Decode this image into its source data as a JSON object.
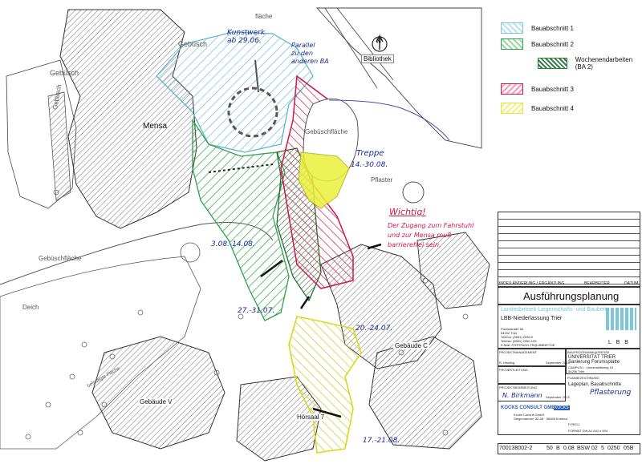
{
  "legend": {
    "items": [
      {
        "label": "Bauabschnitt 1",
        "color": "#7cc6d9"
      },
      {
        "label": "Bauabschnitt 2",
        "color": "#2ea24a"
      },
      {
        "label": "Wochenendarbeiten (BA 2)",
        "color": "#2a7a3a"
      },
      {
        "label": "Bauabschnitt 3",
        "color": "#d0154a"
      },
      {
        "label": "Bauabschnitt 4",
        "color": "#e6e632"
      }
    ]
  },
  "map_labels": {
    "gebusch_top": "Gebüsch",
    "gebusch_left": "Gebüsch",
    "gebusch_side": "Gebüsch",
    "flache_top": "fläche",
    "mensa": "Mensa",
    "bibliothek": "Bibliothek",
    "north": "N",
    "gebuschflache_center": "Gebüschfläche",
    "pflaster": "Pflaster",
    "gebuschflache_left": "Gebüschfläche",
    "deich": "Deich",
    "gebaude_c": "Gebäude C",
    "gebaude_v": "Gebäude V",
    "horsaal": "Hörsaal 7",
    "befestigte": "befestigte Fläche"
  },
  "annotations": {
    "kunstwerk": "Kunstwerk",
    "kunstwerk_date": "ab 29.06.",
    "parallel1": "Parallel",
    "parallel2": "zu den",
    "parallel3": "anderen BA",
    "treppe": "Treppe",
    "treppe_date": "14.-30.08.",
    "wichtig": "Wichtig!",
    "note1": "Der Zugang zum Fahrstuhl",
    "note2": "und zur Mensa muß",
    "note3": "barrierefrei sein.",
    "date_ba2_top": "3.08.-14.08.",
    "date_ba2_bottom": "27.-31.07.",
    "date_ba4_top": "20.-24.07.",
    "date_ba4_bottom": "17.-21.08."
  },
  "title_block": {
    "revision_header": "INDEX ÄNDERUNG / ERGÄNZUNG",
    "bearbeiter": "BEARBEITER",
    "datum": "DATUM",
    "title": "Ausführungsplanung",
    "org1": "Landesbetrieb Liegenschafts- und Baubetreuung",
    "org2": "LBB-Niederlassung Trier",
    "lbb_logo": "L B B",
    "address1": "Paulinstraße 68",
    "address2": "54292 Trier",
    "address3": "Telefon: (0651) 2050-0",
    "address4": "Telefax: (0651) 2050-109",
    "address5": "E-Mail: POSTFACH.TR@LBBNET.DE",
    "bauprogramm": "BAUPROGRAMM/ADRESSE",
    "project1": "UNIVERSITÄT TRIER",
    "project2": "Sanierung Forumsplatte",
    "project3": "CAMPUS I - Universitätsring 15",
    "project4": "54296 Trier",
    "projektmanagement": "PROJEKTMANAGEMENT",
    "pm_name": "R. Hissling",
    "pm_date": "September 2013",
    "projektleitung": "PROJEKTLEITUNG",
    "planbezeichnung": "PLANBEZEICHNUNG",
    "plan1": "Lageplan, Bauabschnitte",
    "plan2": "Pflasterung",
    "projektbearbeitung": "PROJEKTBEARBEITUNG",
    "pb_name": "N. Birkmann",
    "pb_date": "September 2013",
    "company": "KOCKS CONSULT GMBH",
    "company_logo": "KOCKS",
    "company_sub": "Kocks Consult GmbH",
    "company_addr": "Stegemannstr. 32-38 · 56068 Koblenz",
    "scale_label": "F.PROJ.",
    "format": "FORMAT DIN A1 841 x 594",
    "num1": "700138002-2",
    "num2": "50",
    "num3": "B",
    "num4": "0.08",
    "num5": "BSW",
    "num6": "02",
    "num7": "5",
    "num8": "0250",
    "num9": "05B"
  }
}
